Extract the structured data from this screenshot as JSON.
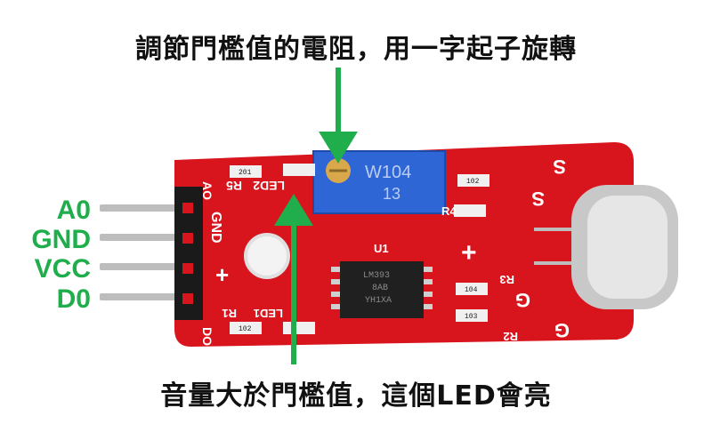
{
  "captions": {
    "top": "調節門檻值的電阻，用一字起子旋轉",
    "bottom": "音量大於門檻值，這個LED會亮"
  },
  "pins": [
    "A0",
    "GND",
    "VCC",
    "D0"
  ],
  "board": {
    "silk_left": [
      "AO",
      "GND",
      "+",
      "DO"
    ],
    "silk_top": [
      "R5",
      "LED2",
      "R4"
    ],
    "silk_right": [
      "S",
      "S",
      "G",
      "G",
      "R3",
      "R2"
    ],
    "silk_mid": [
      "U1",
      "+",
      "R1",
      "LED1"
    ],
    "pot_label": "W104",
    "pot_sub": "13",
    "chip_text": [
      "LM393",
      "8AB",
      "YH1XA"
    ],
    "resistor_codes": [
      "201",
      "102",
      "104",
      "103",
      "102"
    ]
  },
  "colors": {
    "pcb": "#d8141c",
    "arrow": "#1fae4b",
    "pot": "#2f66d6",
    "mic": "#c8c8c8",
    "header": "#1a1a1a"
  }
}
